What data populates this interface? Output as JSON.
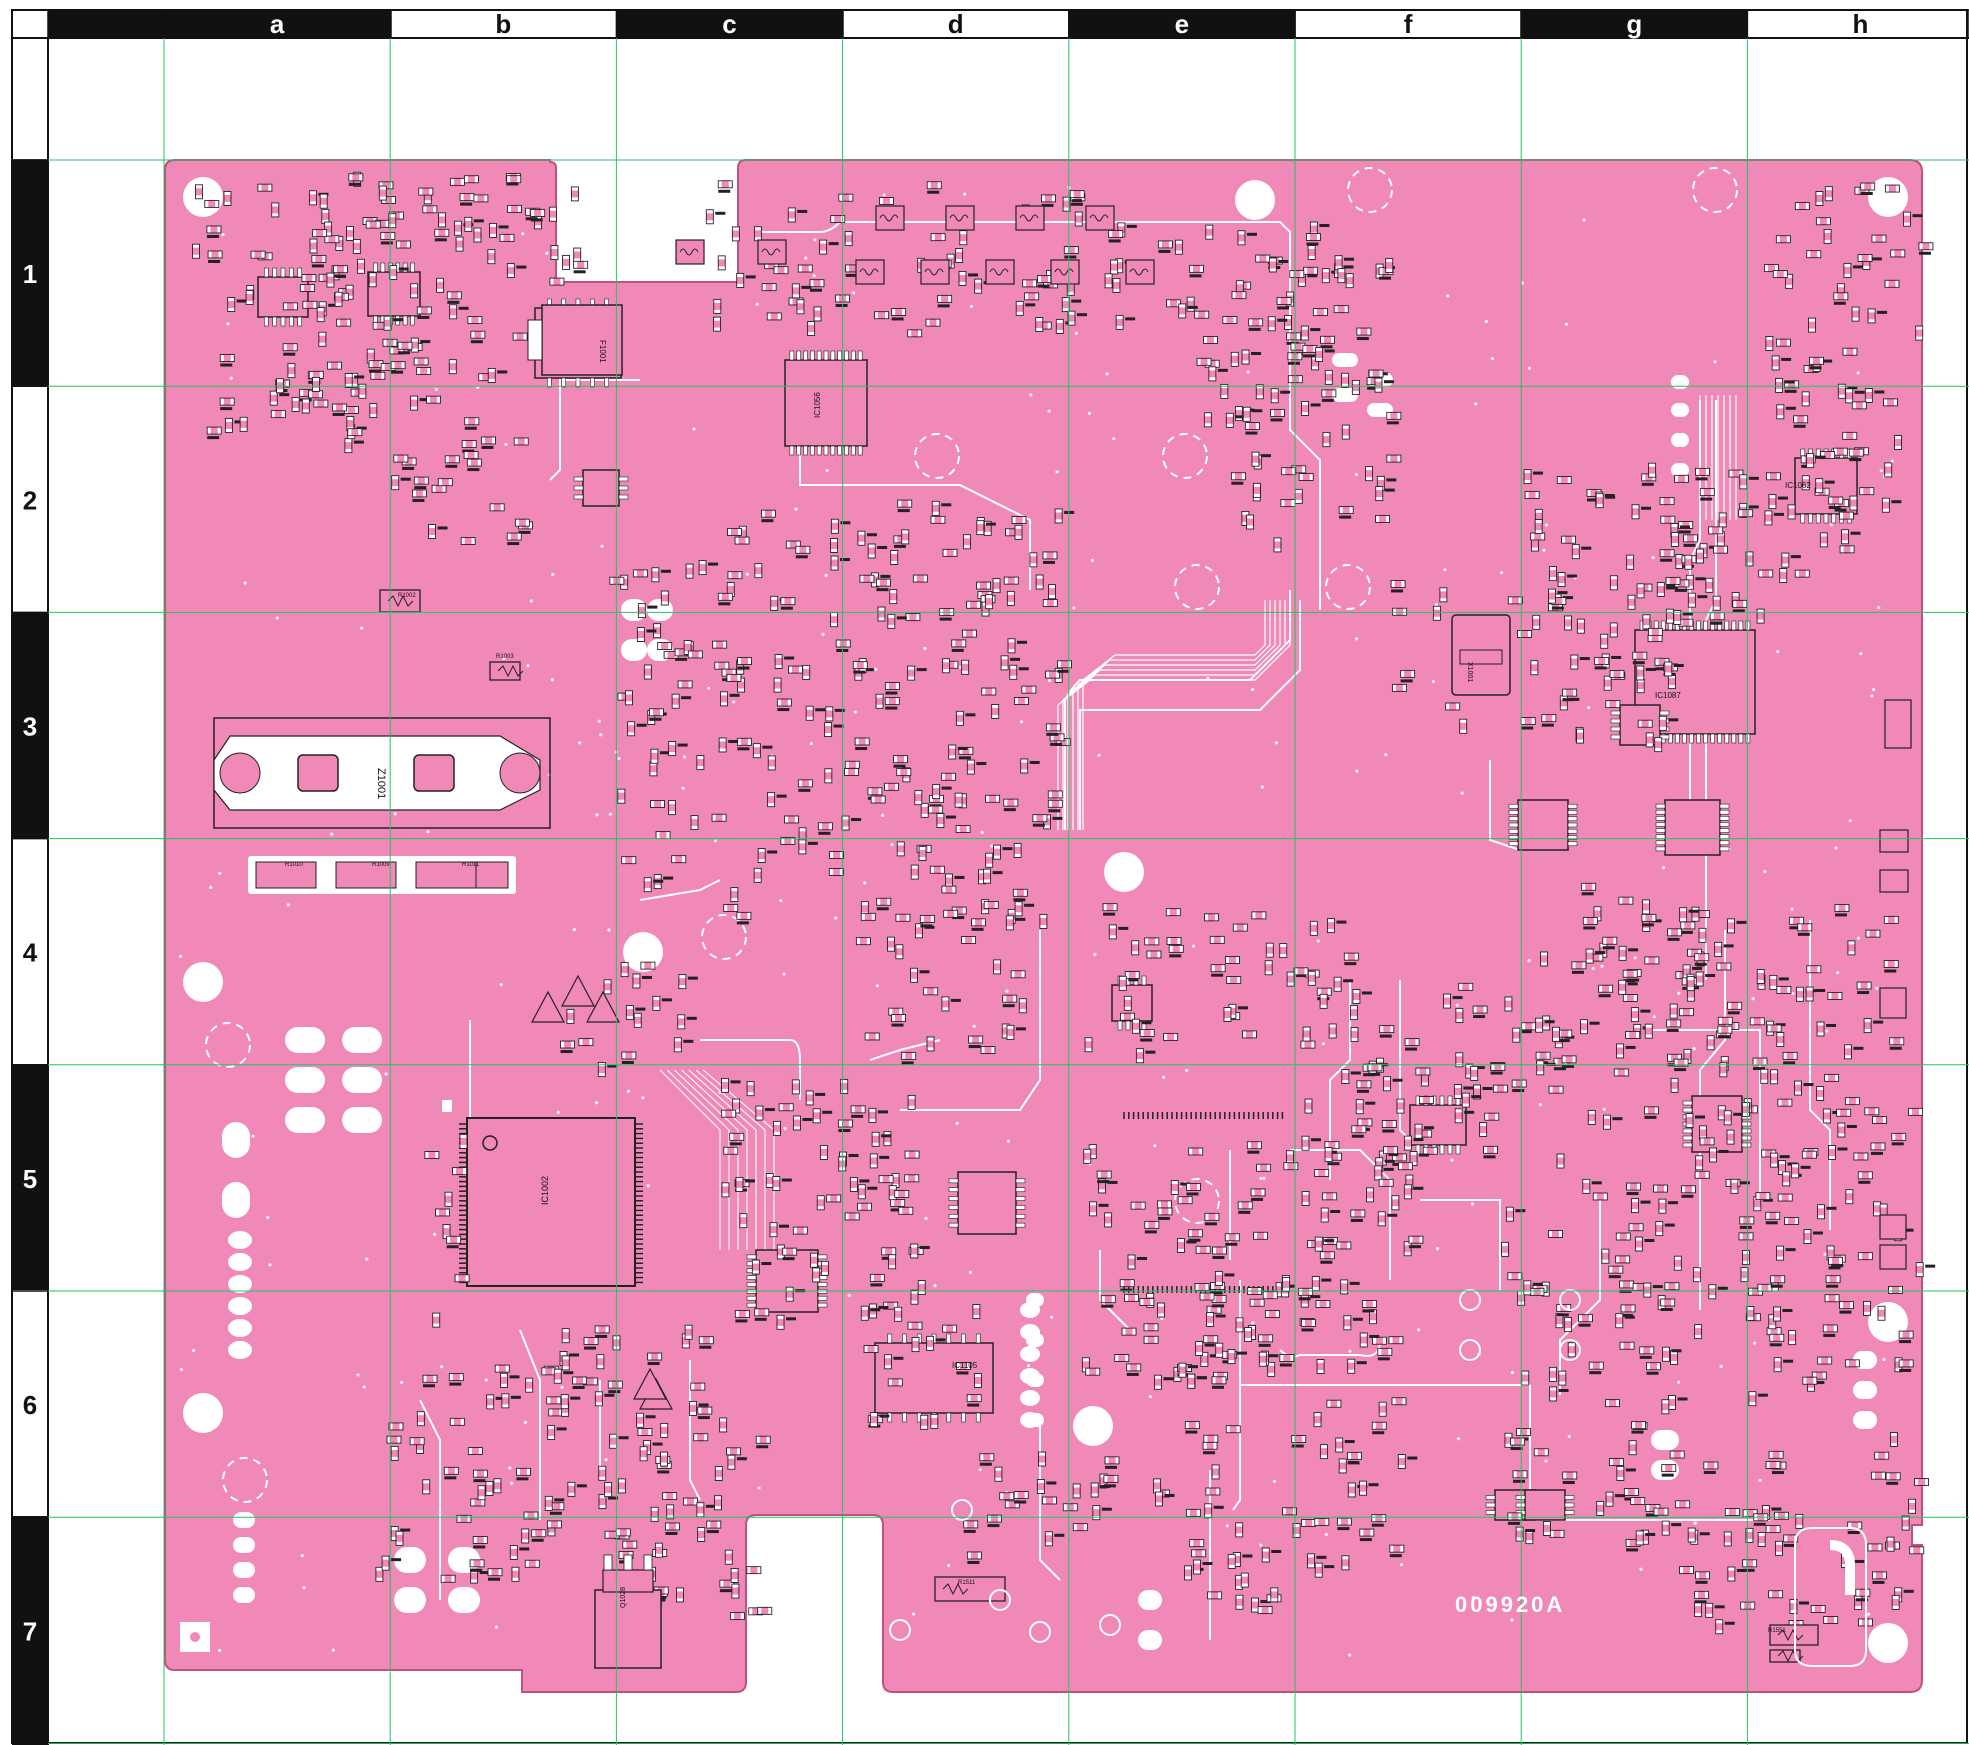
{
  "grid": {
    "columns": [
      "a",
      "b",
      "c",
      "d",
      "e",
      "f",
      "g",
      "h"
    ],
    "rows": [
      "1",
      "2",
      "3",
      "4",
      "5",
      "6",
      "7"
    ]
  },
  "board": {
    "id_mark": "009920A",
    "connector_label": "Z1001",
    "fill_color": "#f088b8",
    "trace_color": "#ffffff",
    "grid_line_color": "#22c55e",
    "frame_color": "#111111"
  },
  "ics": {
    "main_cpu": "IC1002",
    "upper_ic": "IC1056",
    "right_ic": "IC1087",
    "driver_ic": "IC1105",
    "lower_right_ic": "IC1062"
  },
  "components": {
    "fuse": "F1001",
    "regulator": "Q1028",
    "crystal": "X1001",
    "resistors": [
      "R1010",
      "R1009",
      "R1011",
      "R1002",
      "R1003",
      "R1511",
      "R1551"
    ]
  }
}
